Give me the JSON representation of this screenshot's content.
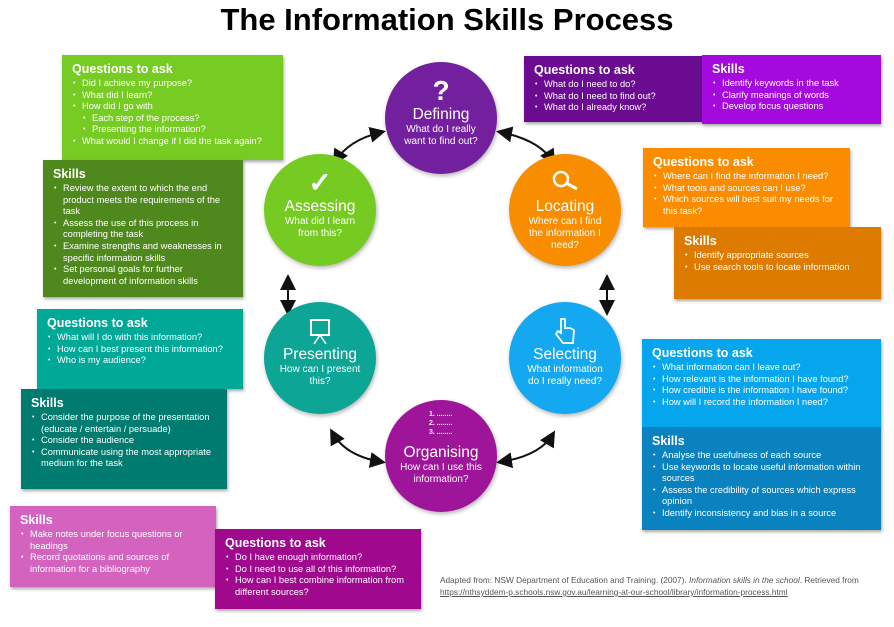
{
  "title": "The Information Skills Process",
  "colors": {
    "defining": "#6e1b9a",
    "locating": "#f88c00",
    "selecting": "#13a7ef",
    "organising": "#9e1498",
    "presenting": "#0aa494",
    "assessing": "#76cb22"
  },
  "stages": [
    {
      "id": "defining",
      "name": "Defining",
      "question": "What do I really want to find out?",
      "icon": "question-mark-icon",
      "color": "#72209e"
    },
    {
      "id": "locating",
      "name": "Locating",
      "question": "Where can I find the information I need?",
      "icon": "magnifier-icon",
      "color": "#f98d00"
    },
    {
      "id": "selecting",
      "name": "Selecting",
      "question": "What information do I really need?",
      "icon": "pointing-hand-icon",
      "color": "#13a8f0"
    },
    {
      "id": "organising",
      "name": "Organising",
      "question": "How can I use this information?",
      "icon": "numbered-list-icon",
      "color": "#9f1599",
      "list": [
        "1. ........",
        "2. ........",
        "3. ........"
      ]
    },
    {
      "id": "presenting",
      "name": "Presenting",
      "question": "How can I present this?",
      "icon": "presentation-board-icon",
      "color": "#0da595"
    },
    {
      "id": "assessing",
      "name": "Assessing",
      "question": "What did I learn from this?",
      "icon": "checkmark-icon",
      "color": "#76cb22"
    }
  ],
  "boxes": [
    {
      "id": "assessing-questions",
      "heading": "Questions to ask",
      "color": "#76cc22",
      "items": [
        {
          "t": "Did I achieve my purpose?"
        },
        {
          "t": "What did I learn?"
        },
        {
          "t": "How did I go with"
        },
        {
          "t": "Each step of the process?",
          "sub": true
        },
        {
          "t": "Presenting the information?",
          "sub": true
        },
        {
          "t": "What would I change if I did the task again?"
        }
      ]
    },
    {
      "id": "assessing-skills",
      "heading": "Skills",
      "color": "#4f891e",
      "items": [
        {
          "t": "Review the extent to which the end product meets the requirements of the task"
        },
        {
          "t": "Assess the use of this process in completing the task"
        },
        {
          "t": "Examine strengths and weaknesses in specific information skills"
        },
        {
          "t": "Set personal goals for further development of information skills"
        }
      ]
    },
    {
      "id": "defining-questions",
      "heading": "Questions to ask",
      "color": "#6a0b92",
      "items": [
        {
          "t": "What do I need to do?"
        },
        {
          "t": "What do I need to find out?"
        },
        {
          "t": "What do I already know?"
        }
      ]
    },
    {
      "id": "defining-skills",
      "heading": "Skills",
      "color": "#a40ade",
      "items": [
        {
          "t": "Identify keywords in the task"
        },
        {
          "t": "Clarify meanings of words"
        },
        {
          "t": "Develop focus questions"
        }
      ]
    },
    {
      "id": "locating-questions",
      "heading": "Questions to ask",
      "color": "#fb8c00",
      "items": [
        {
          "t": "Where can I find the information I need?"
        },
        {
          "t": "What tools and sources can I use?"
        },
        {
          "t": "Which sources will best suit my needs for this task?"
        }
      ]
    },
    {
      "id": "locating-skills",
      "heading": "Skills",
      "color": "#dd7b00",
      "items": [
        {
          "t": "Identify appropriate sources"
        },
        {
          "t": "Use search tools to locate information"
        }
      ]
    },
    {
      "id": "selecting-questions",
      "heading": "Questions to ask",
      "color": "#06a6ee",
      "items": [
        {
          "t": "What information can I leave out?"
        },
        {
          "t": "How relevant is the information I have found?"
        },
        {
          "t": "How credible is the information I have found?"
        },
        {
          "t": "How will I record the information I need?"
        }
      ]
    },
    {
      "id": "selecting-skills",
      "heading": "Skills",
      "color": "#0a82bf",
      "items": [
        {
          "t": "Analyse the usefulness of each source"
        },
        {
          "t": "Use keywords to locate useful information within sources"
        },
        {
          "t": "Assess the credibility of sources which express opinion"
        },
        {
          "t": "Identify inconsistency and bias in a source"
        }
      ]
    },
    {
      "id": "presenting-questions",
      "heading": "Questions to ask",
      "color": "#00a898",
      "items": [
        {
          "t": "What will I do with this information?"
        },
        {
          "t": "How can I best present this information?"
        },
        {
          "t": "Who is my audience?"
        }
      ]
    },
    {
      "id": "presenting-skills",
      "heading": "Skills",
      "color": "#007b70",
      "items": [
        {
          "t": "Consider the purpose of the presentation (educate / entertain / persuade)"
        },
        {
          "t": "Consider the audience"
        },
        {
          "t": "Communicate using the most appropriate medium for the task"
        }
      ]
    },
    {
      "id": "organising-skills",
      "heading": "Skills",
      "color": "#d463c0",
      "items": [
        {
          "t": "Make notes under focus questions or headings"
        },
        {
          "t": "Record quotations and sources of information for a bibliography"
        }
      ]
    },
    {
      "id": "organising-questions",
      "heading": "Questions to ask",
      "color": "#a0088e",
      "items": [
        {
          "t": "Do I have enough information?"
        },
        {
          "t": "Do I need to use all of this information?"
        },
        {
          "t": "How can I best combine information from different sources?"
        }
      ]
    }
  ],
  "footer": {
    "prefix": "Adapted from: NSW Department of Education and Training. (2007). ",
    "italic": "Information skills in the school",
    "suffix": ". Retrieved from",
    "link": "https://nthsyddem-p.schools.nsw.gov.au/learning-at-our-school/library/information-process.html"
  }
}
